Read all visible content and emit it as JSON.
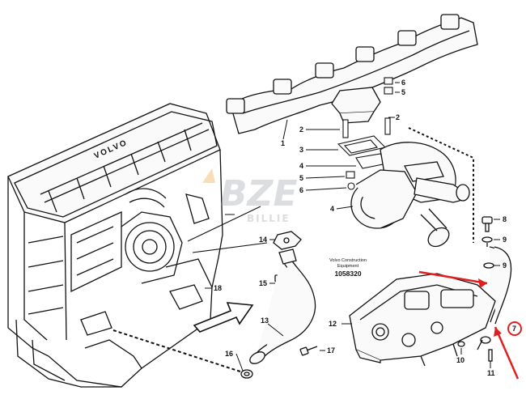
{
  "diagram": {
    "reference": {
      "line1": "Volvo Construction",
      "line2": "Equipment",
      "number": "1058320"
    },
    "engine_brand": "VOLVO",
    "watermark": {
      "main": "BZE",
      "sub": "BILLIE"
    },
    "callouts": [
      {
        "id": "c1",
        "label": "1"
      },
      {
        "id": "c2a",
        "label": "2"
      },
      {
        "id": "c2b",
        "label": "2"
      },
      {
        "id": "c3",
        "label": "3"
      },
      {
        "id": "c4a",
        "label": "4"
      },
      {
        "id": "c4b",
        "label": "4"
      },
      {
        "id": "c5a",
        "label": "5"
      },
      {
        "id": "c5b",
        "label": "5"
      },
      {
        "id": "c6a",
        "label": "6"
      },
      {
        "id": "c6b",
        "label": "6"
      },
      {
        "id": "c7",
        "label": "7"
      },
      {
        "id": "c8",
        "label": "8"
      },
      {
        "id": "c9a",
        "label": "9"
      },
      {
        "id": "c9b",
        "label": "9"
      },
      {
        "id": "c10",
        "label": "10"
      },
      {
        "id": "c11",
        "label": "11"
      },
      {
        "id": "c12",
        "label": "12"
      },
      {
        "id": "c13",
        "label": "13"
      },
      {
        "id": "c14",
        "label": "14"
      },
      {
        "id": "c15",
        "label": "15"
      },
      {
        "id": "c16",
        "label": "16"
      },
      {
        "id": "c17",
        "label": "17"
      },
      {
        "id": "c18",
        "label": "18"
      }
    ],
    "highlight": {
      "label": "7",
      "color": "#e02020"
    }
  }
}
